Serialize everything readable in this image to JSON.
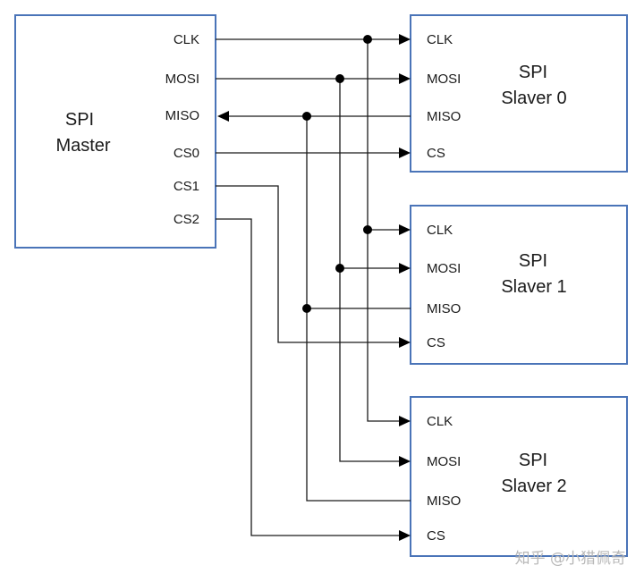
{
  "master": {
    "title_line1": "SPI",
    "title_line2": "Master",
    "pins": [
      "CLK",
      "MOSI",
      "MISO",
      "CS0",
      "CS1",
      "CS2"
    ]
  },
  "slaves": [
    {
      "title_line1": "SPI",
      "title_line2": "Slaver 0",
      "pins": [
        "CLK",
        "MOSI",
        "MISO",
        "CS"
      ]
    },
    {
      "title_line1": "SPI",
      "title_line2": "Slaver 1",
      "pins": [
        "CLK",
        "MOSI",
        "MISO",
        "CS"
      ]
    },
    {
      "title_line1": "SPI",
      "title_line2": "Slaver 2",
      "pins": [
        "CLK",
        "MOSI",
        "MISO",
        "CS"
      ]
    }
  ],
  "watermark": "知乎 @小猎佩奇"
}
